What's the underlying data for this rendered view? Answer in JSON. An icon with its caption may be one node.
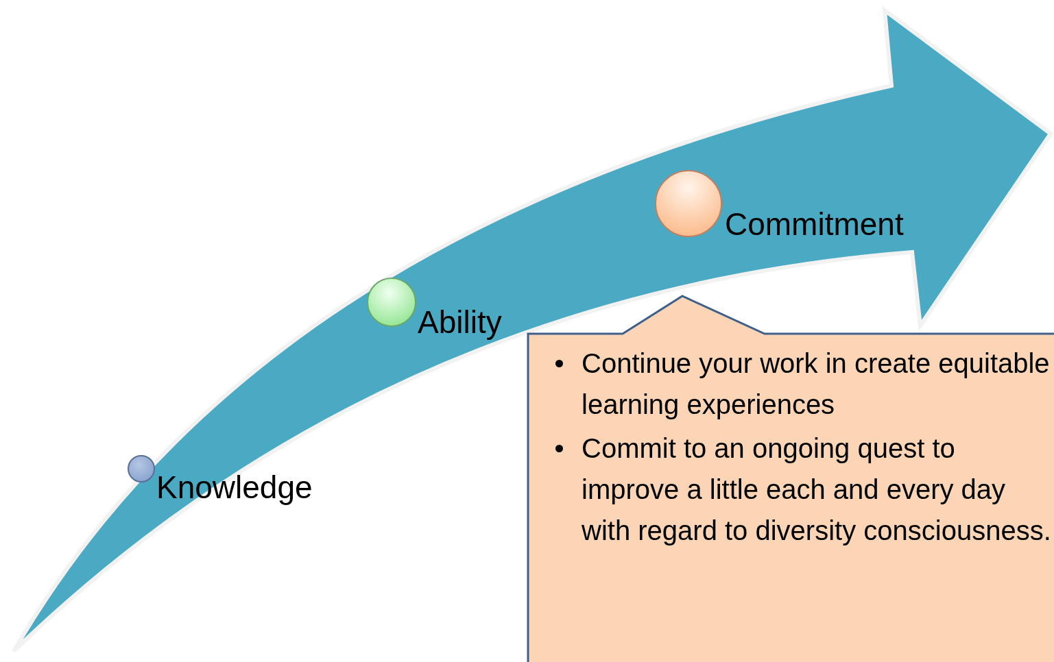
{
  "diagram": {
    "nodes": [
      {
        "text": [],
        "shape": "circle",
        "beside": [
          "Knowledge"
        ]
      },
      {
        "text": [],
        "shape": "circle",
        "beside": [
          "Ability"
        ]
      },
      {
        "text": [],
        "shape": "circle",
        "beside": [
          "Commitment"
        ]
      },
      {
        "text": [
          "Continue your work in create equitable learning experiences",
          "Commit to an ongoing quest to improve a little each and every day with regard to diversity consciousness."
        ]
      }
    ],
    "edges": []
  }
}
